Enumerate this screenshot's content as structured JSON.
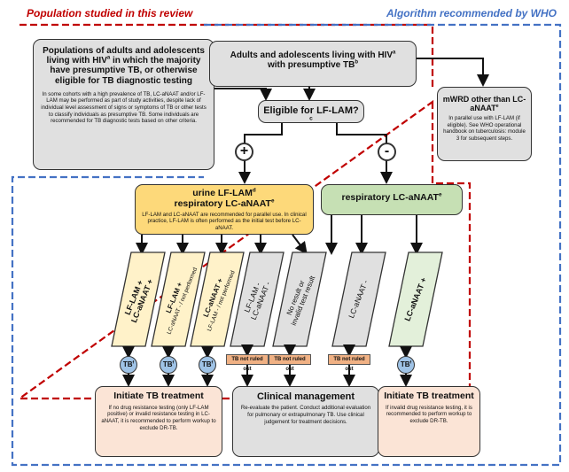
{
  "labels": {
    "population": "Population studied in this review",
    "algorithm": "Algorithm recommended by WHO"
  },
  "populations_box": {
    "title": "Populations of adults and adolescents living with HIV",
    "title_sup": "a",
    "title_rest": " in which the majority have presumptive TB, or otherwise eligible for TB diagnostic testing",
    "body": "In some cohorts with a high prevalence of TB, LC-aNAAT and/or LF-LAM may be performed as part of study activities, despite lack of individual level assessment of signs or symptoms of TB or other tests to classify individuals as presumptive TB. Some individuals are recommended for TB diagnostic tests based on other criteria."
  },
  "adults_box": {
    "line1": "Adults and adolescents living with HIV",
    "line1_sup": "a",
    "line2": "with presumptive TB",
    "line2_sup": "b"
  },
  "eligible": {
    "text": "Eligible for LF-LAM?",
    "sup": "c"
  },
  "signs": {
    "plus": "+",
    "minus": "-"
  },
  "mwrd_box": {
    "title": "mWRD other than LC-aNAAT",
    "title_sup": "e",
    "body": "In parallel use with LF-LAM (if eligible). See WHO operational handbook on tuberculosis: module 3 for subsequent steps."
  },
  "urine_box": {
    "line1": "urine LF-LAM",
    "line1_sup": "d",
    "line2": "respiratory LC-aNAAT",
    "line2_sup": "e",
    "body": "LF-LAM and LC-aNAAT are recommended for parallel use. In clinical practice, LF-LAM is often performed as the initial test before LC-aNAAT."
  },
  "resp_box": {
    "text": "respiratory LC-aNAAT",
    "sup": "e"
  },
  "results": [
    {
      "line1": "LF-LAM +",
      "line2": "LC-aNAAT +"
    },
    {
      "line1": "LF-LAM +",
      "line2": "LC-aNAAT - / not performed"
    },
    {
      "line1": "LC-aNAAT +",
      "line2": "LF-LAM - / not performed"
    },
    {
      "line1": "LF-LAM -",
      "line2": "LC-aNAAT -"
    },
    {
      "line1": "No result or",
      "line2": "invalid test result"
    },
    {
      "line1": "LC-aNAAT -",
      "line2": ""
    },
    {
      "line1": "LC-aNAAT +",
      "line2": ""
    }
  ],
  "tb_badge": {
    "text": "TB",
    "sup": "f"
  },
  "tb_not_ruled_out": "TB not ruled out",
  "initiate_left": {
    "title": "Initiate TB treatment",
    "body": "If no drug resistance testing (only LF-LAM positive) or invalid resistance testing in LC-aNAAT, it is recommended to perform workup to exclude DR-TB."
  },
  "clinical": {
    "title": "Clinical management",
    "body": "Re-evaluate the patient. Conduct additional evaluation for pulmonary or extrapulmonary TB. Use clinical judgement for treatment decisions."
  },
  "initiate_right": {
    "title": "Initiate TB treatment",
    "body": "If invalid drug resistance testing, it is recommended to perform workup to exclude DR-TB."
  },
  "colors": {
    "red_dash": "#c00000",
    "blue_dash": "#4472c4",
    "gray_box": "#e0e0e0",
    "yellow_box": "#fdd97a",
    "green_box": "#c6e0b4",
    "pink_box": "#fbe4d6",
    "orange_tag": "#f0b184",
    "tb_circle": "#9fc3e6"
  }
}
